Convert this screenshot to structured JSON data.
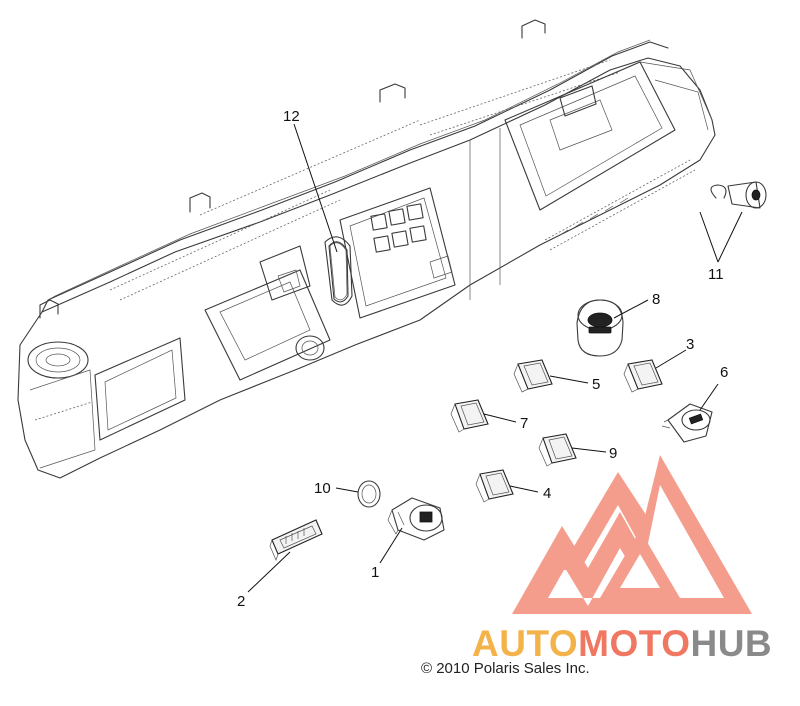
{
  "diagram": {
    "callouts": {
      "c1": "1",
      "c2": "2",
      "c3": "3",
      "c4": "4",
      "c5": "5",
      "c6": "6",
      "c7": "7",
      "c8": "8",
      "c9": "9",
      "c10": "10",
      "c11": "11",
      "c12": "12"
    },
    "copyright": "© 2010 Polaris Sales Inc."
  },
  "watermark": {
    "auto": "AUTO",
    "moto": "MOTO",
    "hub": "HUB",
    "colors": {
      "auto": "#f4b34a",
      "moto": "#f07862",
      "hub": "#8a8a8a",
      "logo": "#f07862"
    }
  }
}
